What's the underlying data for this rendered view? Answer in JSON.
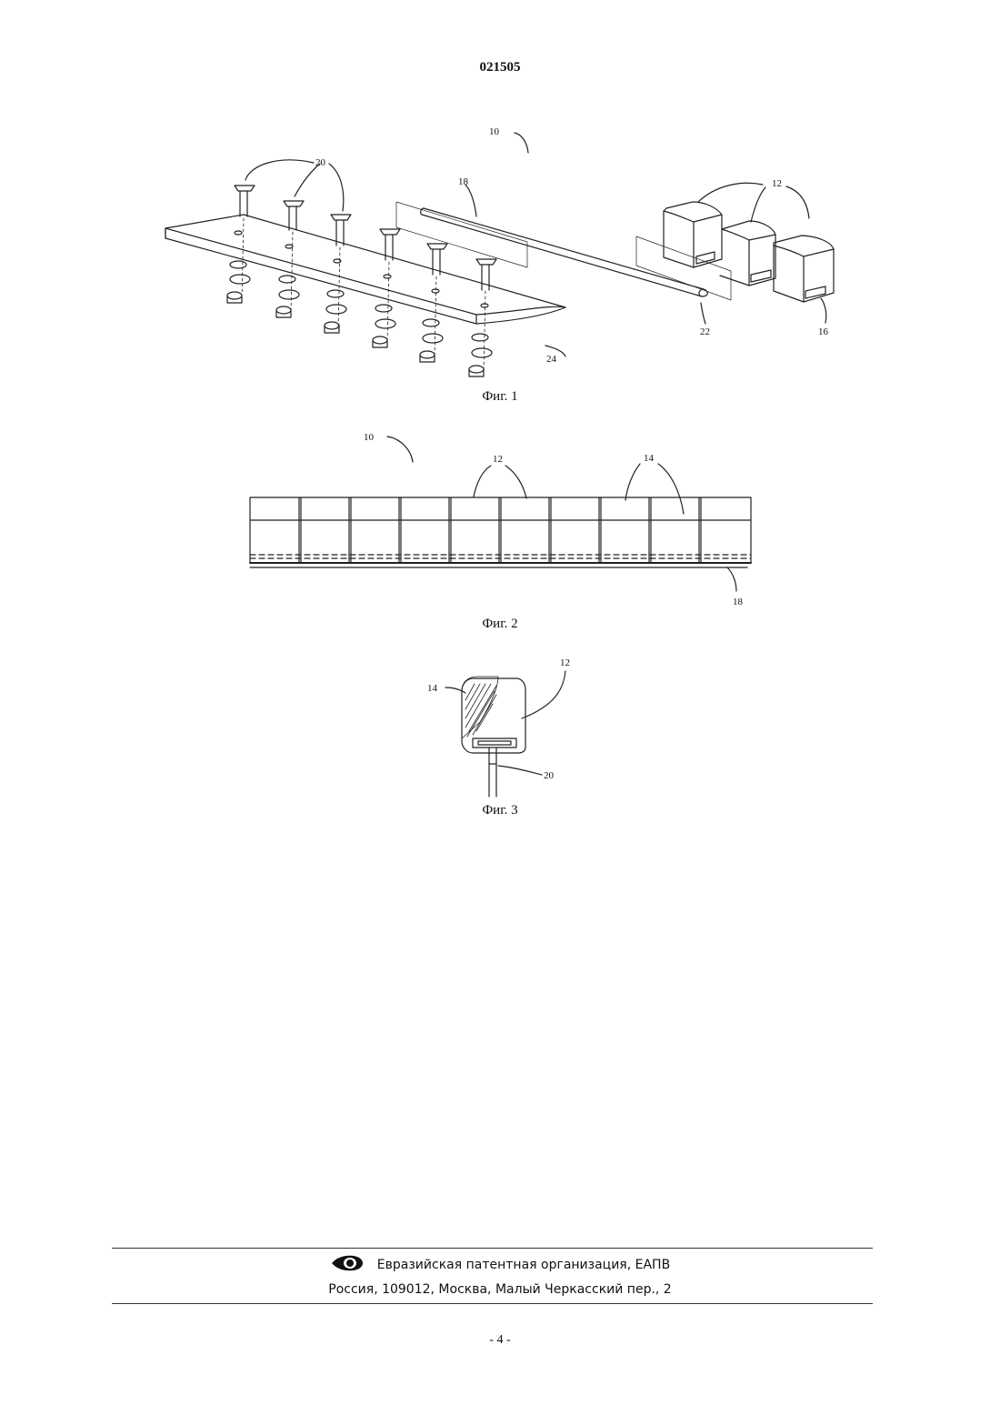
{
  "header": {
    "doc_number": "021505"
  },
  "fig1": {
    "caption": "Фиг. 1",
    "labels": {
      "assembly": "10",
      "module": "12",
      "connector": "16",
      "rail": "18",
      "bolt": "20",
      "rail_end": "22",
      "base": "24"
    }
  },
  "fig2": {
    "caption": "Фиг. 2",
    "labels": {
      "assembly": "10",
      "module": "12",
      "cell": "14",
      "rail": "18"
    }
  },
  "fig3": {
    "caption": "Фиг. 3",
    "labels": {
      "module": "12",
      "cell": "14",
      "bolt": "20"
    }
  },
  "footer": {
    "org": "Евразийская патентная организация, ЕАПВ",
    "address": "Россия, 109012, Москва, Малый Черкасский пер., 2",
    "logo_icon": "eapo-eye-logo-icon",
    "page": "- 4 -"
  }
}
